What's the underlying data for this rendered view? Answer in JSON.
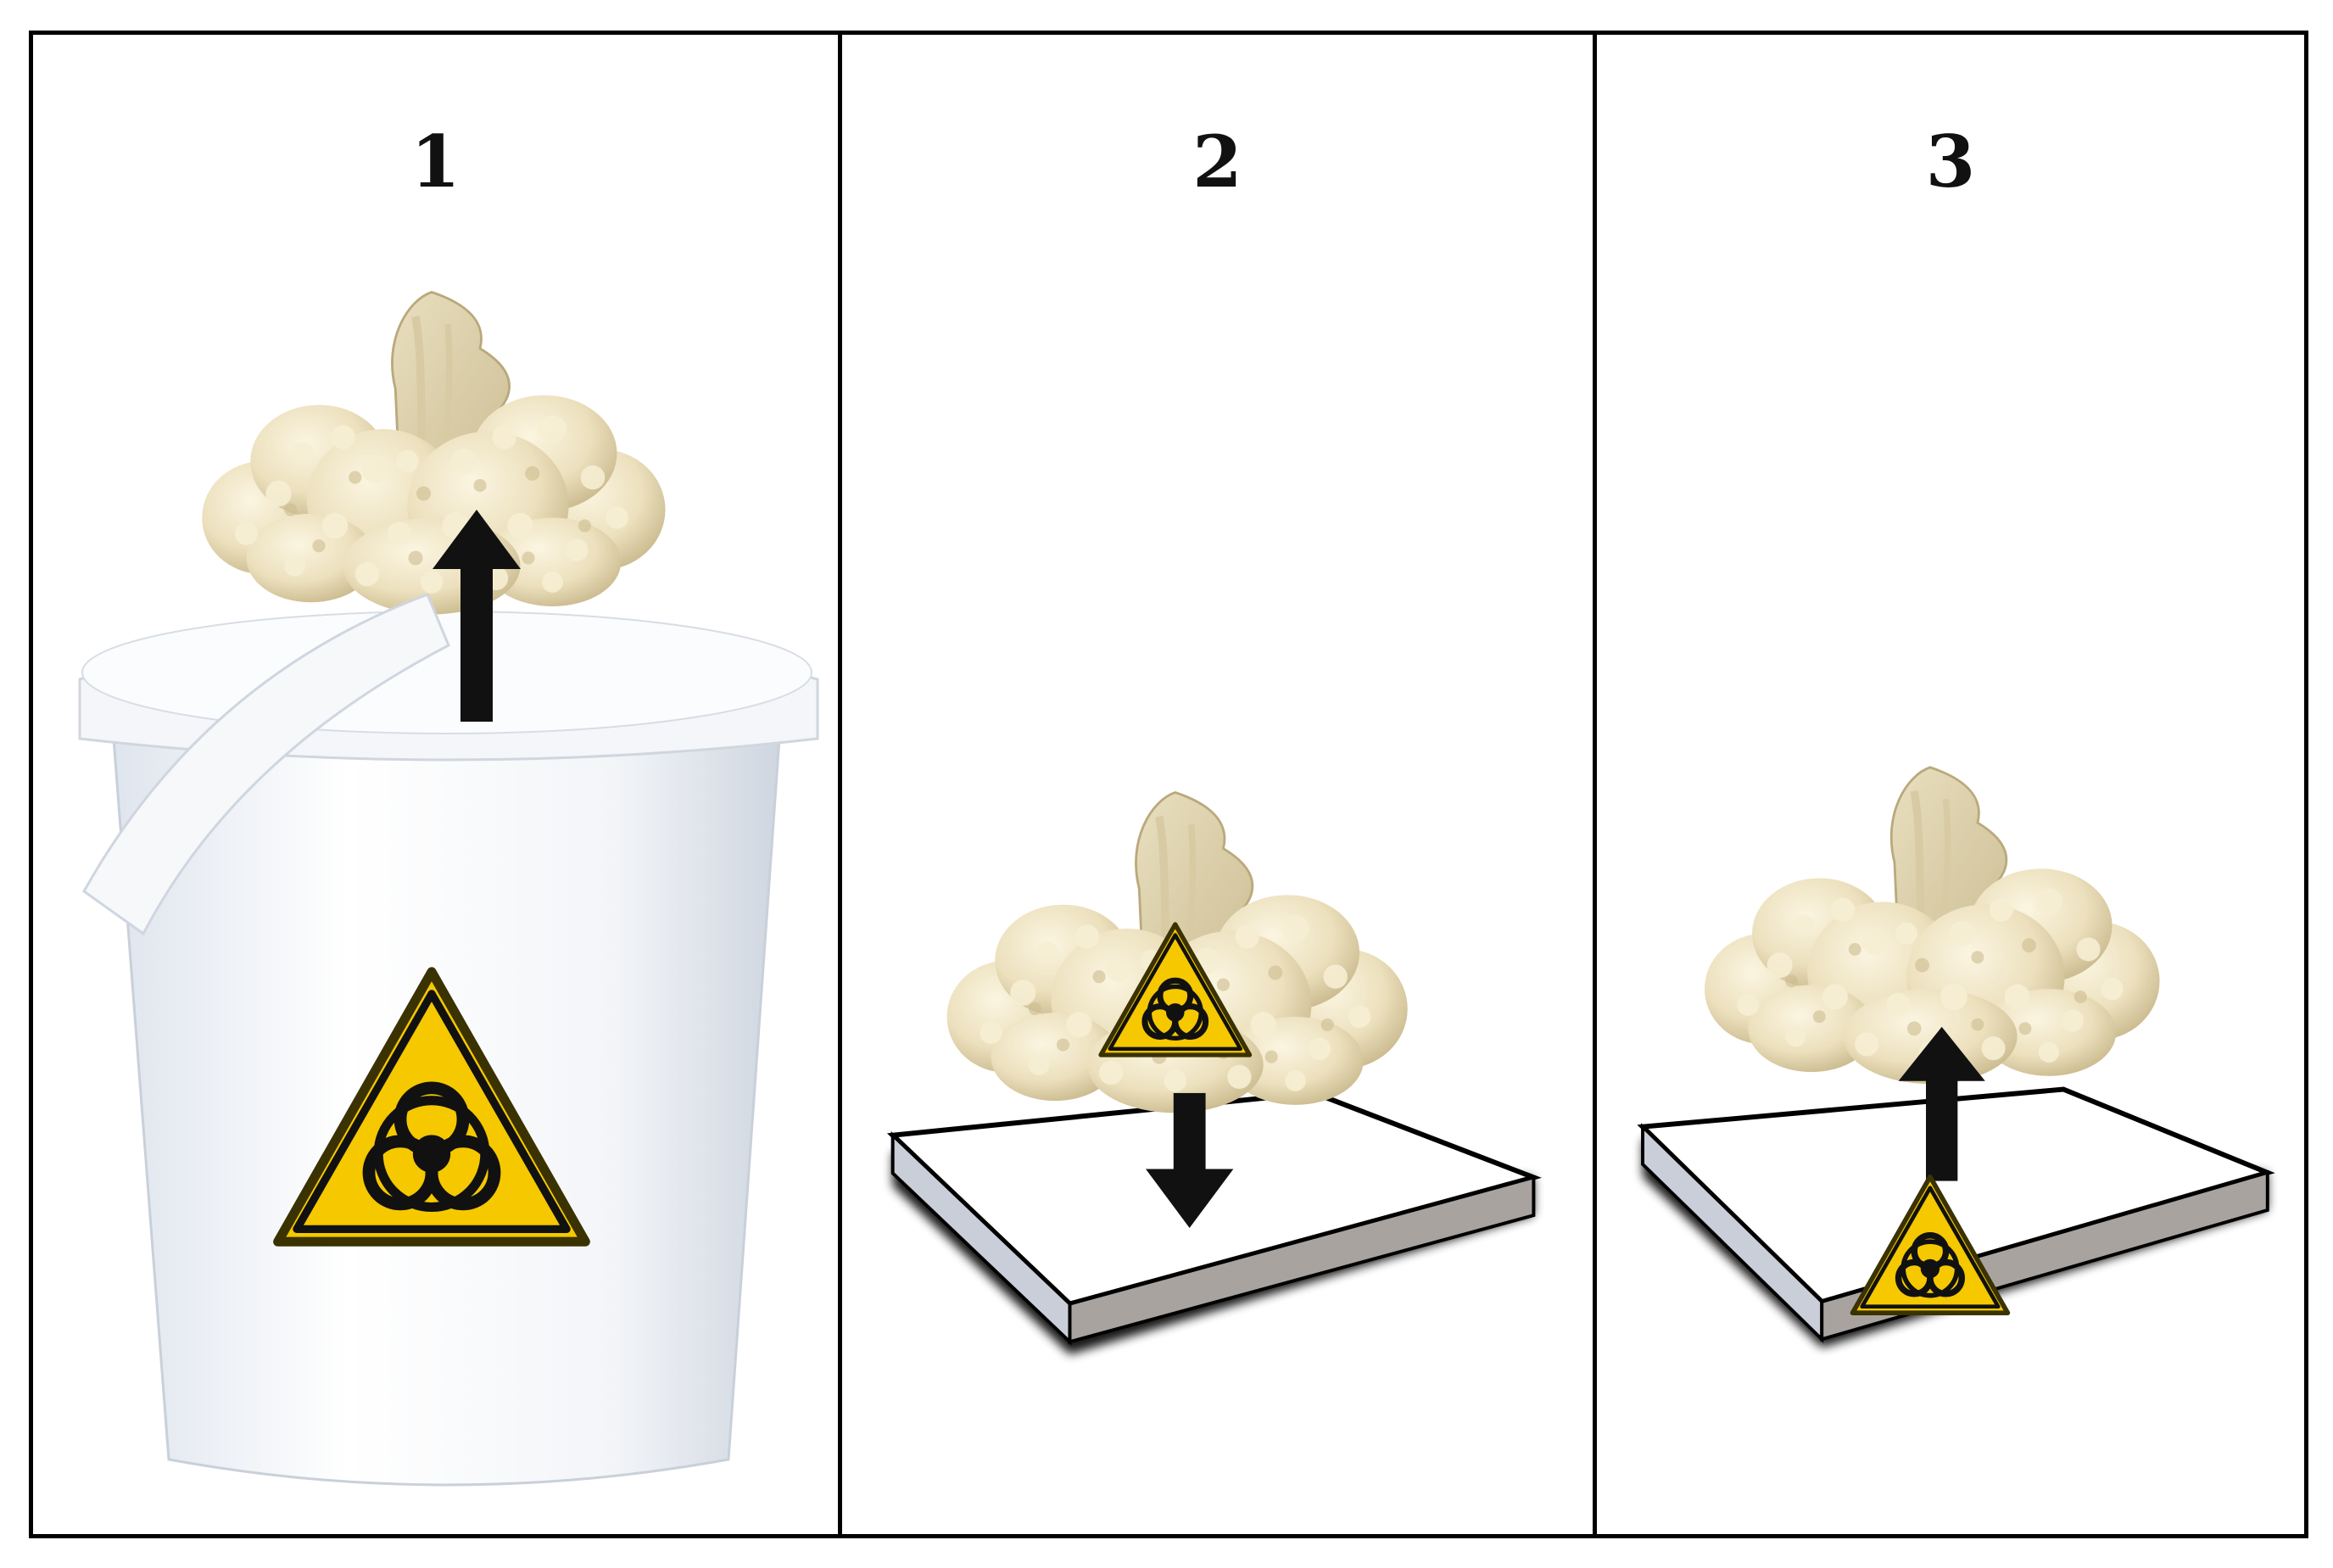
{
  "panels": [
    {
      "label": "1",
      "container": "bucket",
      "arrow": "up",
      "hazard": "biohazard-icon"
    },
    {
      "label": "2",
      "container": "plate",
      "arrow": "down",
      "hazard": "biohazard-icon"
    },
    {
      "label": "3",
      "container": "plate",
      "arrow": "up",
      "hazard": "biohazard-icon"
    }
  ],
  "colors": {
    "frame": "#000000",
    "hazard_yellow": "#f5c800",
    "cauliflower": "#efe4c4",
    "arrow": "#111111",
    "bucket": "#e6ebf2"
  }
}
